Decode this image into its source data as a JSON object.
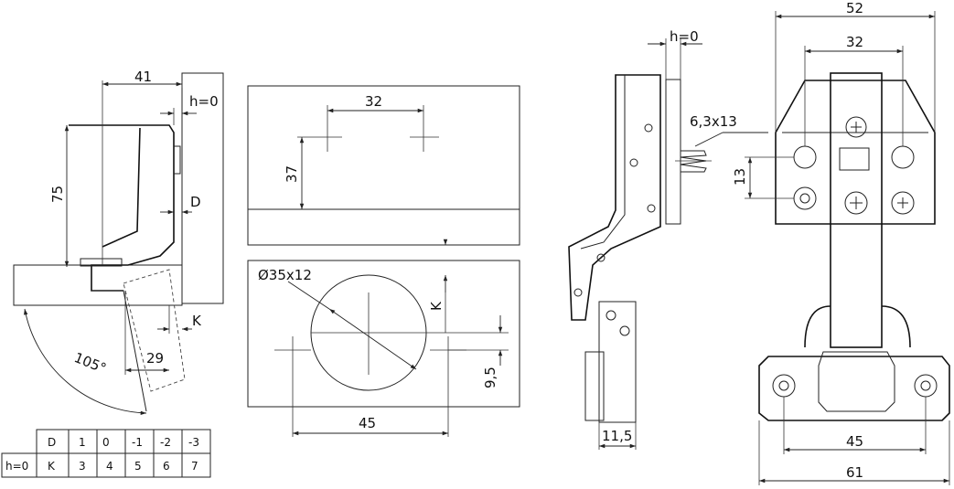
{
  "side_view": {
    "dim_width": "41",
    "dim_height": "75",
    "dim_h": "h=0",
    "dim_d": "D",
    "dim_k": "K",
    "dim_offset": "29",
    "angle": "105°"
  },
  "plate_drill": {
    "dim_spacing": "32",
    "dim_depth": "37"
  },
  "door_drill": {
    "dim_cup": "Ø35x12",
    "dim_k": "K",
    "dim_offset": "9,5",
    "dim_spacing": "45"
  },
  "profile_view": {
    "dim_h": "h=0",
    "dim_screw": "6,3x13",
    "dim_depth": "11,5"
  },
  "front_view": {
    "dim_outer": "52",
    "dim_inner": "32",
    "dim_vertical": "13",
    "dim_base_inner": "45",
    "dim_base_outer": "61"
  },
  "table": {
    "row_label": "h=0",
    "rows": [
      {
        "head": "D",
        "cells": [
          "1",
          "0",
          "-1",
          "-2",
          "-3"
        ]
      },
      {
        "head": "K",
        "cells": [
          "3",
          "4",
          "5",
          "6",
          "7"
        ]
      }
    ]
  }
}
